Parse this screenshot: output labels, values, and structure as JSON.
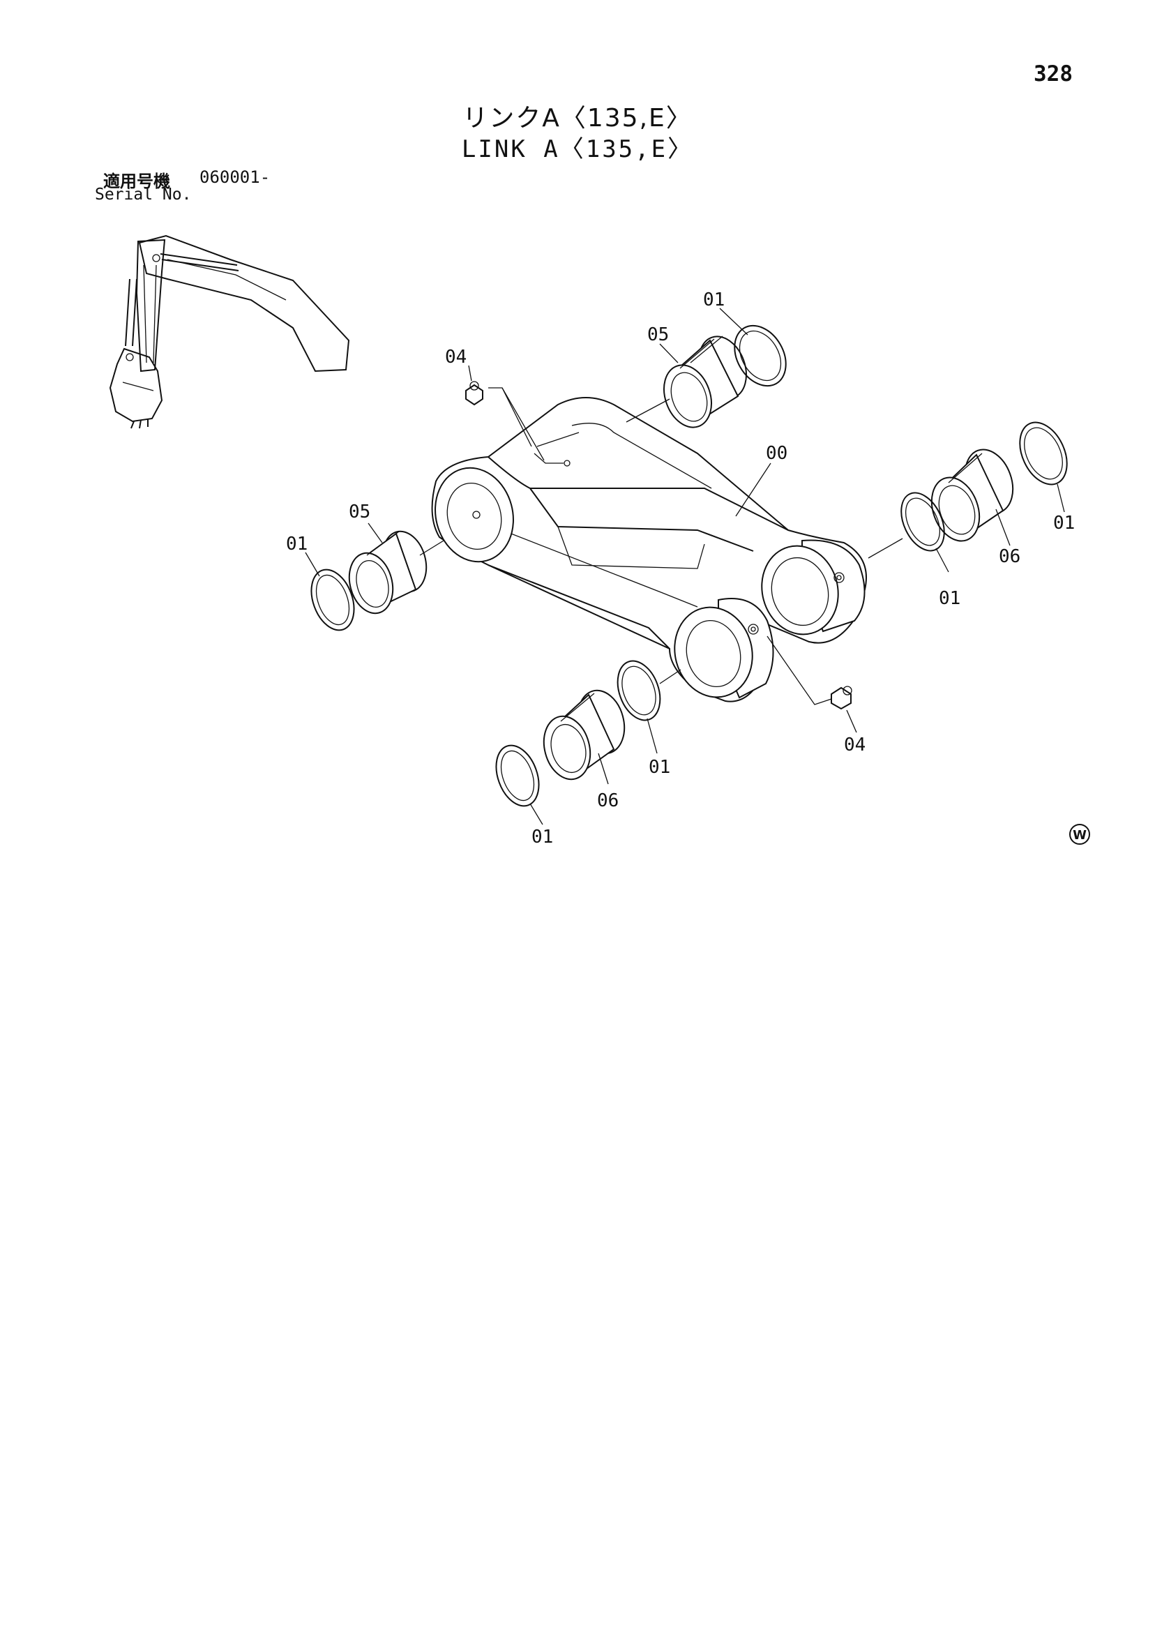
{
  "page": {
    "number": "328"
  },
  "title": {
    "japanese": "リンクA〈135,E〉",
    "english": "LINK A〈135,E〉"
  },
  "serial": {
    "label_japanese": "適用号機",
    "value": "060001-",
    "label_english": "Serial No."
  },
  "callouts": {
    "c00": "00",
    "c01_top": "01",
    "c05_top": "05",
    "c04_top": "04",
    "c05_left": "05",
    "c01_left": "01",
    "c01_right_outer": "01",
    "c06_right": "06",
    "c01_right_inner": "01",
    "c04_bottom": "04",
    "c01_mid": "01",
    "c06_bottom": "06",
    "c01_bottom": "01"
  },
  "mark": "W"
}
